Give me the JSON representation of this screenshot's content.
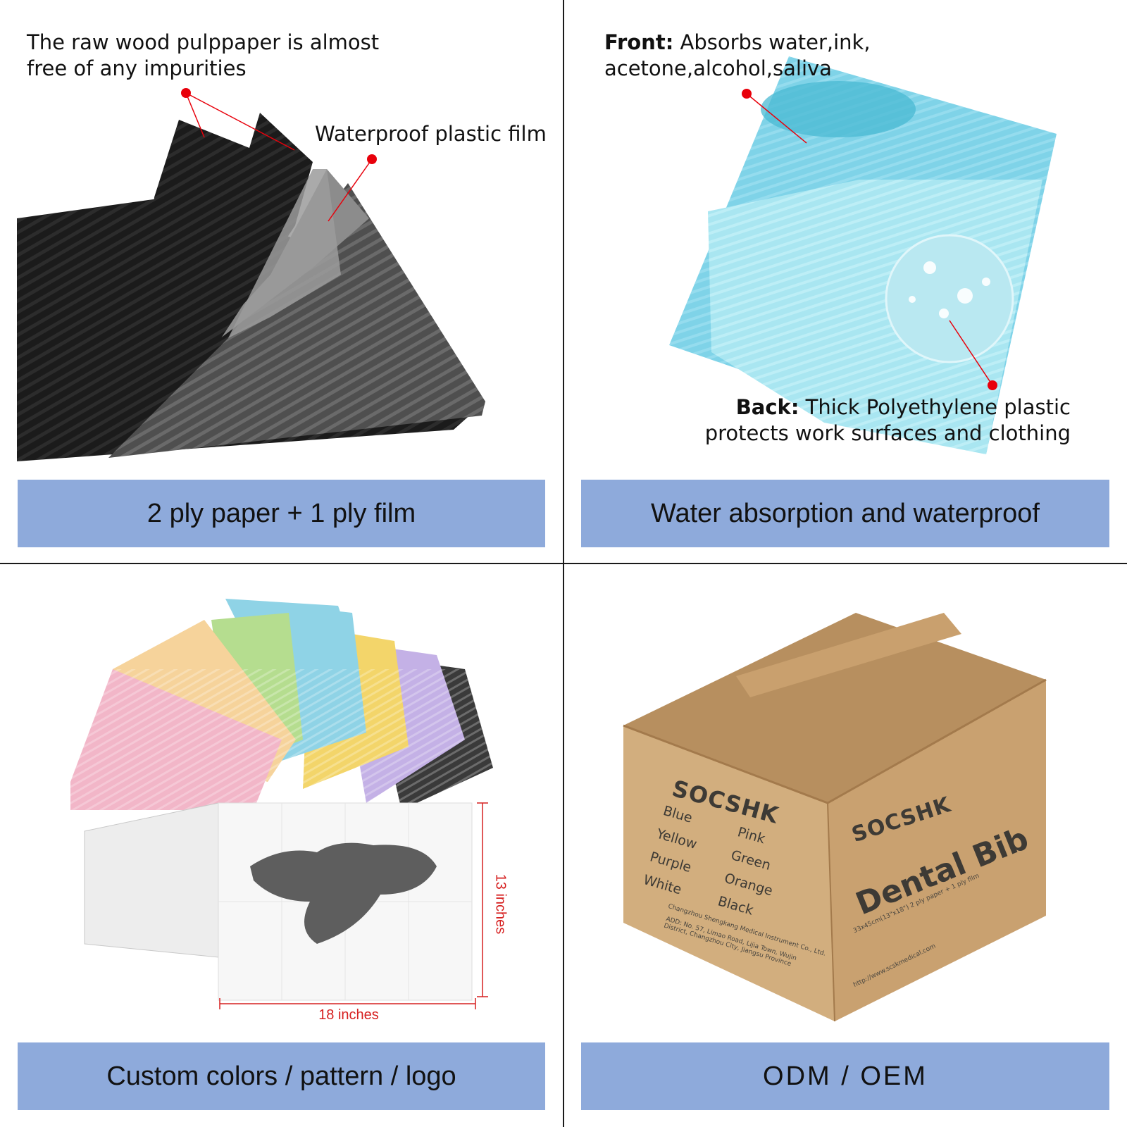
{
  "panels": {
    "structure": {
      "caption": "2 ply paper + 1 ply film",
      "callout_paper": "The raw wood pulppaper is almost free of any impurities",
      "callout_film": "Waterproof plastic film"
    },
    "absorption": {
      "caption": "Water absorption and waterproof",
      "front_label": "Front:",
      "front_text": "Absorbs water,ink, acetone,alcohol,saliva",
      "back_label": "Back:",
      "back_text": "Thick Polyethylene plastic protects work surfaces and clothing"
    },
    "custom": {
      "caption": "Custom colors / pattern / logo",
      "height_label": "13 inches",
      "width_label": "18 inches"
    },
    "oem": {
      "caption": "ODM / OEM",
      "brand": "SOCSHK",
      "product_name": "Dental Bib",
      "box_size": "33x45cm(13\"x18\")",
      "box_ply": "2 ply paper + 1 ply film",
      "box_url": "http://www.scskmedical.com",
      "color_options": [
        "Blue",
        "Yellow",
        "Purple",
        "White",
        "Pink",
        "Green",
        "Orange",
        "Black"
      ],
      "manufacturer": "Changzhou Shengkang Medical Instrument Co., Ltd.",
      "address": "ADD: No. 57, Limao Road, Lijia Town, Wujin District, Changzhou City, Jiangsu Province"
    }
  },
  "colors": {
    "banner": "#8eaadb",
    "callout_dot": "#e8000b",
    "dimension_line": "#d62020",
    "bib_colors": [
      "#f2b6c8",
      "#f6d39b",
      "#b5dd8f",
      "#8fd3e6",
      "#f3d56a",
      "#c4b1e6",
      "#3a3a3a",
      "#f4f4f4"
    ]
  }
}
